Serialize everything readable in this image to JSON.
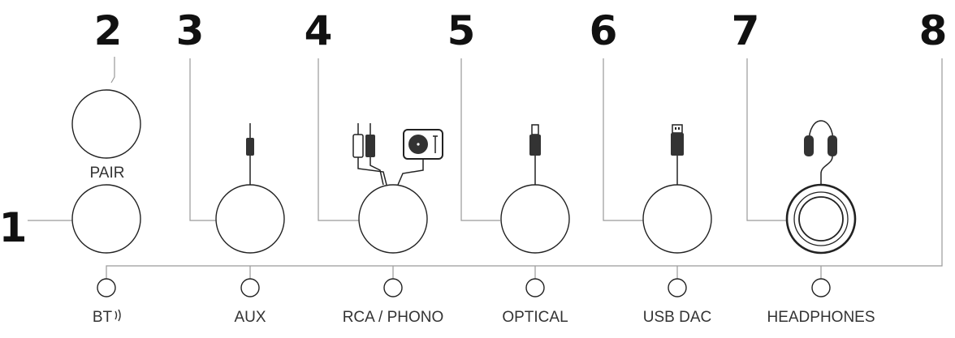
{
  "callouts": [
    "1",
    "2",
    "3",
    "4",
    "5",
    "6",
    "7",
    "8"
  ],
  "buttons": {
    "pair_label": "PAIR"
  },
  "indicators": [
    {
      "label": "BT",
      "icon": "bluetooth-wave-icon"
    },
    {
      "label": "AUX"
    },
    {
      "label": "RCA / PHONO"
    },
    {
      "label": "OPTICAL"
    },
    {
      "label": "USB DAC"
    },
    {
      "label": "HEADPHONES"
    }
  ],
  "icons": [
    "aux-plug-icon",
    "rca-plugs-icon",
    "turntable-icon",
    "optical-plug-icon",
    "usb-plug-icon",
    "headphones-icon"
  ],
  "colors": {
    "ink": "#222222",
    "leader": "#9a9a9a",
    "text": "#333333"
  }
}
